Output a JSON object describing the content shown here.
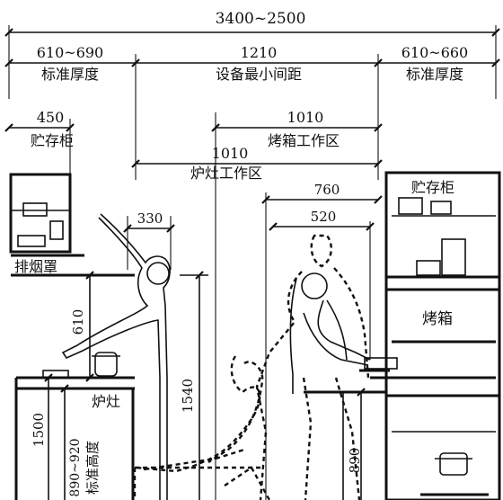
{
  "dimensions": {
    "overall": "3400~2500",
    "left_width": "610~690",
    "left_label": "标准厚度",
    "center_width": "1210",
    "center_label": "设备最小间距",
    "right_width": "610~660",
    "right_label": "标准厚度",
    "storage_width": "450",
    "storage_label": "贮存柜",
    "oven_zone_width": "1010",
    "oven_zone_label": "烤箱工作区",
    "stove_zone_width": "1010",
    "stove_zone_label": "炉灶工作区",
    "reach_330": "330",
    "reach_760": "760",
    "reach_520": "520",
    "hood_height": "610",
    "height_1540": "1540",
    "height_1500": "1500",
    "counter_height": "890~920",
    "counter_height_label": "标准高度",
    "low_890": "890"
  },
  "labels": {
    "hood": "排烟罩",
    "stove": "炉灶",
    "right_storage": "贮存柜",
    "oven": "烤箱"
  }
}
